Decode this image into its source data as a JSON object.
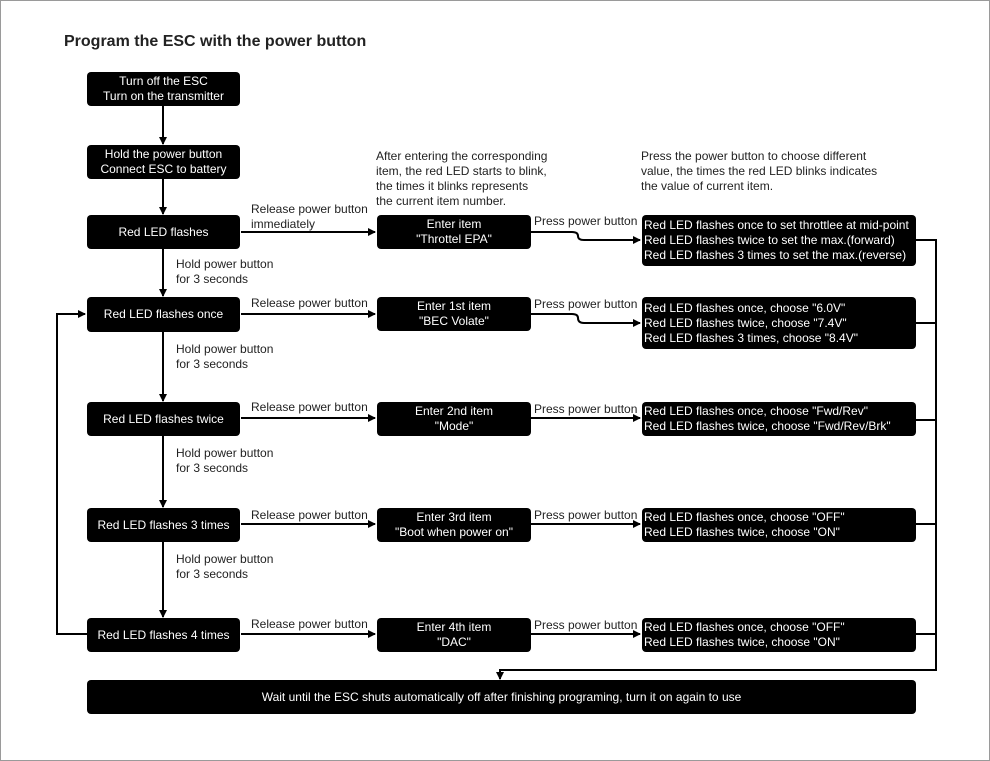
{
  "title": "Program the ESC with the power button",
  "notes": {
    "enter_item": [
      "After entering the corresponding",
      "item, the red LED starts to blink,",
      " the times it blinks represents",
      "the current item number."
    ],
    "choose_value": [
      "Press the power button to choose different",
      "value, the times the red LED blinks indicates",
      " the value of current item."
    ]
  },
  "start": {
    "step1": [
      "Turn off the ESC",
      "Turn on the transmitter"
    ],
    "step2": [
      "Hold the power button",
      "Connect ESC to battery"
    ]
  },
  "led_states": [
    "Red LED flashes",
    "Red LED flashes once",
    "Red LED flashes twice",
    "Red LED flashes 3 times",
    "Red LED flashes 4 times"
  ],
  "hold_label": [
    "Hold power button",
    "for 3 seconds"
  ],
  "release_labels": [
    [
      "Release power button",
      "immediately"
    ],
    [
      "Release power button"
    ],
    [
      "Release power button"
    ],
    [
      "Release power button"
    ],
    [
      "Release power button"
    ]
  ],
  "items": [
    [
      "Enter item",
      "\"Throttel EPA\""
    ],
    [
      "Enter 1st item",
      "\"BEC Volate\""
    ],
    [
      "Enter 2nd item",
      "\"Mode\""
    ],
    [
      "Enter 3rd item",
      "\"Boot when power on\""
    ],
    [
      "Enter 4th item",
      "\"DAC\""
    ]
  ],
  "press_label": "Press power button",
  "options": [
    [
      "Red LED flashes once to set throttlee at mid-point",
      "Red LED flashes twice to set the max.(forward)",
      "Red LED flashes 3 times to set the max.(reverse)"
    ],
    [
      "Red LED flashes once, choose \"6.0V\"",
      "Red LED flashes twice, choose \"7.4V\"",
      "Red LED flashes 3 times, choose \"8.4V\""
    ],
    [
      "Red LED flashes once, choose \"Fwd/Rev\"",
      "Red LED flashes twice, choose \"Fwd/Rev/Brk\""
    ],
    [
      "Red LED flashes once, choose \"OFF\"",
      "Red LED flashes twice, choose \"ON\""
    ],
    [
      "Red LED flashes once, choose \"OFF\"",
      "Red LED flashes twice, choose \"ON\""
    ]
  ],
  "final": "Wait until the ESC shuts automatically off after finishing programing, turn it on again to use",
  "colors": {
    "box": "#000000",
    "text_on_box": "#ffffff",
    "line": "#000000"
  }
}
